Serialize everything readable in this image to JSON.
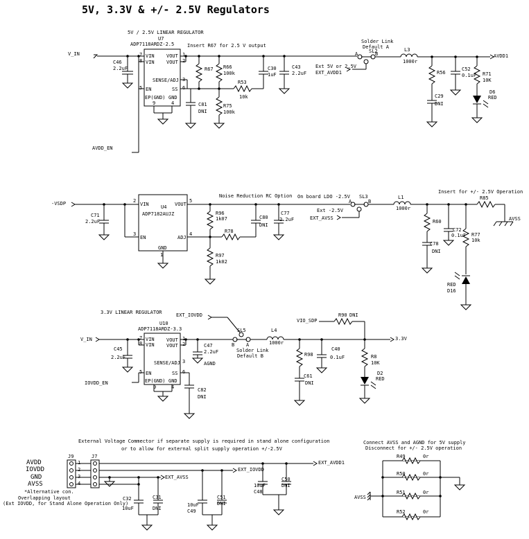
{
  "title": "5V, 3.3V  & +/- 2.5V Regulators",
  "sec1": {
    "header": "5V / 2.5V LINEAR REGULATOR",
    "ic_ref": "U7",
    "ic_part": "ADP7118ARDZ-2.5",
    "insert_note": "Insert R67 for 2.5 V output",
    "pins": {
      "vin1": "VIN",
      "vin2": "VIN",
      "vout1": "VOUT",
      "vout2": "VOUT",
      "sense": "SENSE/ADJ",
      "en": "EN",
      "ss": "SS",
      "ep": "EP(GND)",
      "gnd": "GND",
      "n7": "7",
      "n8": "8",
      "n5": "5",
      "n1": "1",
      "n2": "2",
      "n3": "3",
      "n6": "6",
      "n9": "9",
      "n4": "4"
    },
    "vin_label": "V_IN",
    "c46": "C46",
    "c46_val": "2.2uF",
    "en_net": "AVDD_EN",
    "r67": "R67",
    "r66": "R66",
    "r66_val": "100k",
    "r53": "R53",
    "r53_val": "10k",
    "r75": "R75",
    "r75_val": "100k",
    "c81": "C81",
    "c81_val": "DNI",
    "c30": "C30",
    "c30_val": "1uF",
    "c43": "C43",
    "c43_val": "2.2uF",
    "sl_title": "Solder Link",
    "sl_default": "Default A",
    "sl_ref": "SL2",
    "ext_note": "Ext 5V or 2.5V",
    "ext_net": "EXT_AVDD1",
    "l3": "L3",
    "l3_val": "1000r",
    "r56": "R56",
    "c29": "C29",
    "c29_val": "DNI",
    "c52": "C52",
    "c52_val": "0.1uF",
    "r71": "R71",
    "r71_val": "10K",
    "d6": "D6",
    "d6_val": "RED",
    "out_net": "AVDD1",
    "sl_a": "A",
    "sl_b": "B"
  },
  "sec2": {
    "vin_net": "-VSDP",
    "c71": "C71",
    "c71_val": "2.2uF",
    "ic_ref": "U4",
    "ic_part": "ADP7182AUJZ",
    "pins": {
      "vin": "VIN",
      "vout": "VOUT",
      "en": "EN",
      "adj": "ADJ",
      "gnd": "GND",
      "n2": "2",
      "n3": "3",
      "n5": "5",
      "n4": "4",
      "n1": "1"
    },
    "r96": "R96",
    "r96_val": "1k07",
    "r97": "R97",
    "r97_val": "1k02",
    "r78": "R78",
    "nr_note": "Noise Reduction RC Option",
    "c80": "C80",
    "c80_val": "DNI",
    "c77": "C77",
    "c77_val": "2.2uF",
    "ldo_note": "On board LDO -2.5V",
    "sl_ref": "SL3",
    "ext_note": "Ext -2.5V",
    "ext_net": "EXT_AVSS",
    "l1": "L1",
    "l1_val": "1000r",
    "r60": "R60",
    "c78": "C78",
    "c78_val": "DNI",
    "c72": "C72",
    "c72_val": "0.1uF",
    "insert_note": "Insert for +/- 2.5V Operation",
    "r85": "R85",
    "r77": "R77",
    "r77_val": "10k",
    "d16": "D16",
    "d16_val": "RED",
    "out_net": "AVSS",
    "sl_a": "A",
    "sl_b": "B"
  },
  "sec3": {
    "header": "3.3V LINEAR REGULATOR",
    "ic_ref": "U10",
    "ic_part": "ADP7118ARDZ-3.3",
    "pins": {
      "vin1": "VIN",
      "vin2": "VIN",
      "vout1": "VOUT",
      "vout2": "VOUT",
      "sense": "SENSE/ADJ",
      "en": "EN",
      "ss": "SS",
      "ep": "EP(GND)",
      "gnd": "GND",
      "n7": "7",
      "n8": "8",
      "n5": "5",
      "n1": "1",
      "n2": "2",
      "n3": "3",
      "n6": "6",
      "n9": "9",
      "n4": "4"
    },
    "vin_label": "V_IN",
    "c45": "C45",
    "c45_val": "2.2uF",
    "en_net": "IOVDD_EN",
    "c47": "C47",
    "c47_val": "2.2uF",
    "agnd": "AGND",
    "c82": "C82",
    "c82_val": "DNI",
    "ext_net": "EXT_IOVDD",
    "sl_ref": "SL5",
    "sl_title": "Solder Link",
    "sl_default": "Default B",
    "l4": "L4",
    "l4_val": "1000r",
    "r98": "R98",
    "c61": "C61",
    "c61_val": "DNI",
    "c40": "C40",
    "c40_val": "0.1uF",
    "vio_net": "VIO_SDP",
    "r90": "R90",
    "r90_val": "DNI",
    "r8": "R8",
    "r8_val": "10K",
    "d2": "D2",
    "d2_val": "RED",
    "out_net": "3.3V",
    "sl_a": "A",
    "sl_b": "B"
  },
  "sec4": {
    "note1": "External Voltage Commector if separate supply is required in stand alone configuration",
    "note2": "or to allow for external split supply operation +/-2.5V",
    "rows": [
      "AVDD",
      "IOVDD",
      "GND",
      "AVSS"
    ],
    "j9": "J9",
    "j7": "J7",
    "alt1": "*Alternative con.",
    "alt2": "Overlapping layout",
    "alt3": "(Ext IOVDD, for Stand Alone Operation Only)",
    "ext_avdd1": "EXT_AVDD1",
    "ext_iovdd": "EXT_IOVDD",
    "ext_avss": "EXT_AVSS",
    "c32": "C32",
    "c32_val": "10uF",
    "c31": "C31",
    "c31_val": "DNI",
    "c49": "C49",
    "c49_val": "10uF",
    "c51": "C51",
    "c51_val": "DNI",
    "c48": "C48",
    "c48_val": "10uF",
    "c50": "C50",
    "c50_val": "DNI",
    "pin_nums": [
      "1",
      "2",
      "3",
      "4"
    ]
  },
  "sec5": {
    "note1": "Connect AVSS and AGND for 5V supply",
    "note2": "Disconnect for +/- 2.5V operation",
    "r49": "R49",
    "r50": "R50",
    "r51": "R51",
    "r52": "R52",
    "r_val": "0r",
    "avss": "AVSS"
  }
}
